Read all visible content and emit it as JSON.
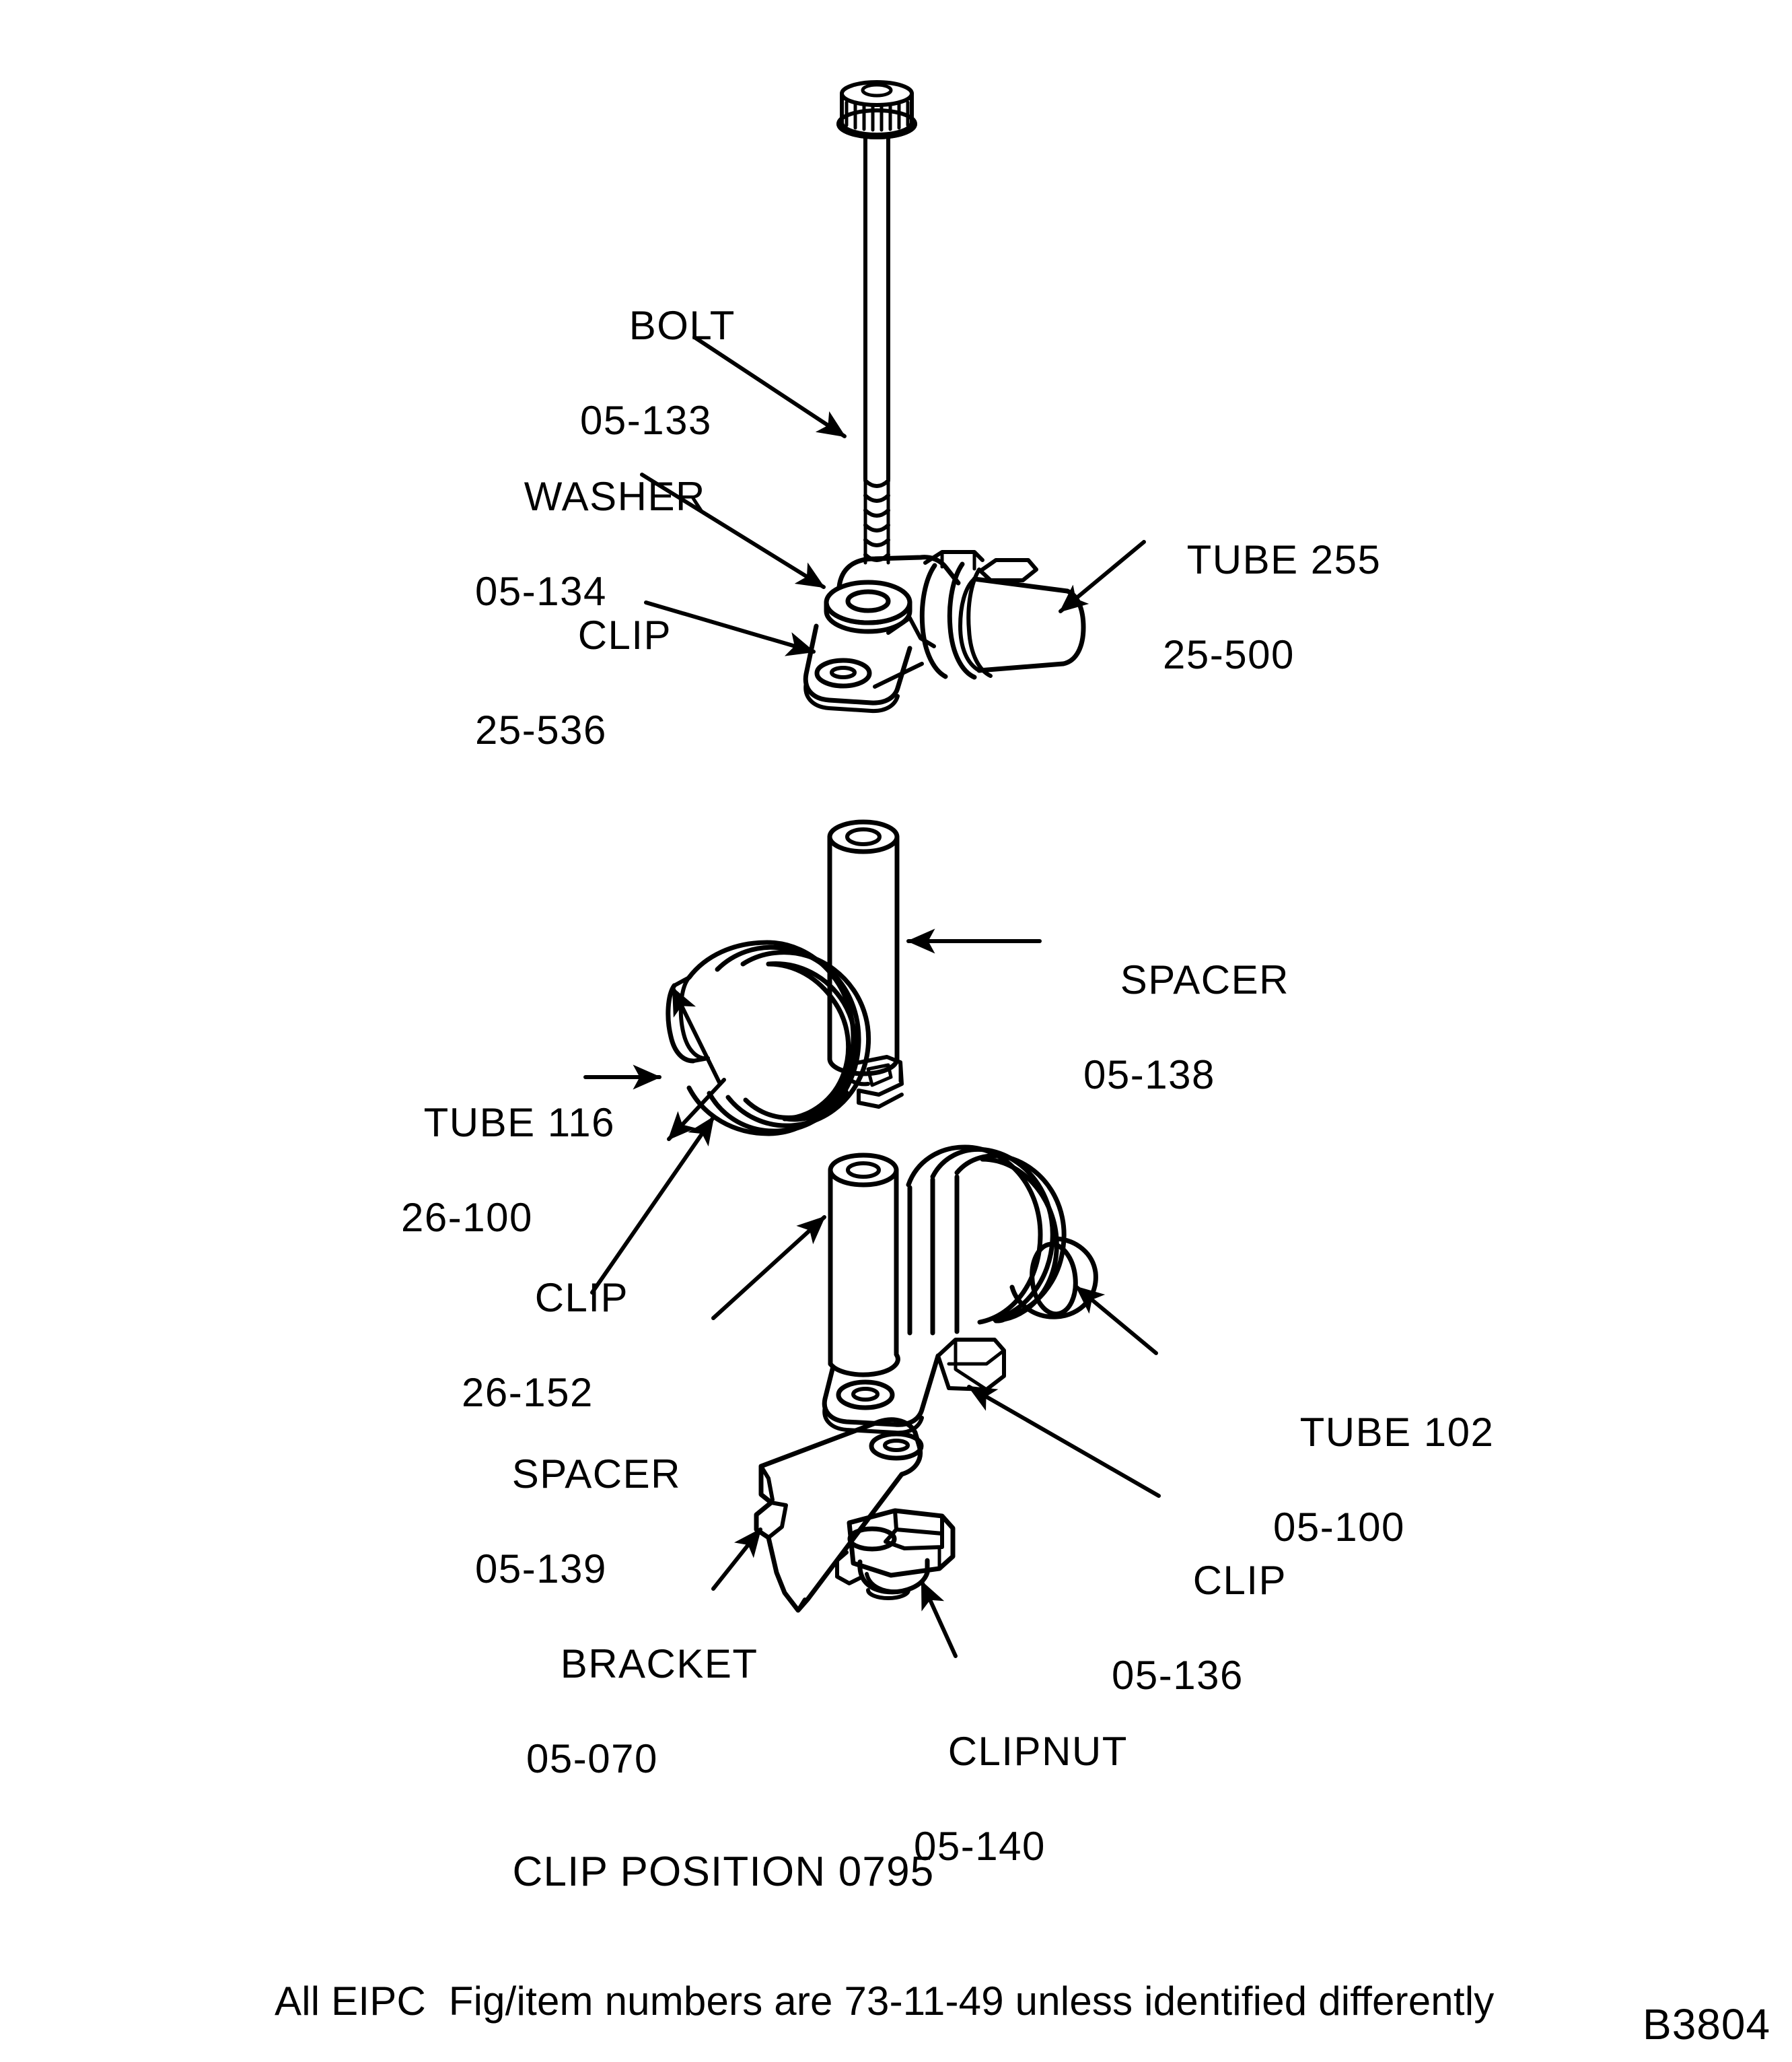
{
  "document": {
    "drawing_id": "B3804",
    "caption": "CLIP POSITION 0795",
    "footnote": "All EIPC  Fig/item numbers are 73-11-49 unless identified differently",
    "background_color": "#ffffff",
    "line_color": "#000000"
  },
  "assemblies": [
    {
      "name": "upper-assembly",
      "labels": [
        {
          "id": "bolt",
          "name": "BOLT",
          "part_number": "05-133"
        },
        {
          "id": "washer",
          "name": "WASHER",
          "part_number": "05-134"
        },
        {
          "id": "clip_top",
          "name": "CLIP",
          "part_number": "25-536"
        },
        {
          "id": "tube255",
          "name": "TUBE 255",
          "part_number": "25-500"
        }
      ]
    },
    {
      "name": "lower-assembly",
      "labels": [
        {
          "id": "spacer138",
          "name": "SPACER",
          "part_number": "05-138"
        },
        {
          "id": "tube116",
          "name": "TUBE 116",
          "part_number": "26-100"
        },
        {
          "id": "clip152",
          "name": "CLIP",
          "part_number": "26-152"
        },
        {
          "id": "spacer139",
          "name": "SPACER",
          "part_number": "05-139"
        },
        {
          "id": "tube102",
          "name": "TUBE 102",
          "part_number": "05-100"
        },
        {
          "id": "clip136",
          "name": "CLIP",
          "part_number": "05-136"
        },
        {
          "id": "bracket",
          "name": "BRACKET",
          "part_number": "05-070"
        },
        {
          "id": "clipnut",
          "name": "CLIPNUT",
          "part_number": "05-140"
        }
      ]
    }
  ],
  "label_text": {
    "bolt_name": "BOLT",
    "bolt_pn": "05-133",
    "washer_name": "WASHER",
    "washer_pn": "05-134",
    "cliptop_name": "CLIP",
    "cliptop_pn": "25-536",
    "tube255_name": "TUBE 255",
    "tube255_pn": "25-500",
    "spacer138_name": "SPACER",
    "spacer138_pn": "05-138",
    "tube116_name": "TUBE 116",
    "tube116_pn": "26-100",
    "clip152_name": "CLIP",
    "clip152_pn": "26-152",
    "spacer139_name": "SPACER",
    "spacer139_pn": "05-139",
    "tube102_name": "TUBE 102",
    "tube102_pn": "05-100",
    "clip136_name": "CLIP",
    "clip136_pn": "05-136",
    "bracket_name": "BRACKET",
    "bracket_pn": "05-070",
    "clipnut_name": "CLIPNUT",
    "clipnut_pn": "05-140"
  }
}
